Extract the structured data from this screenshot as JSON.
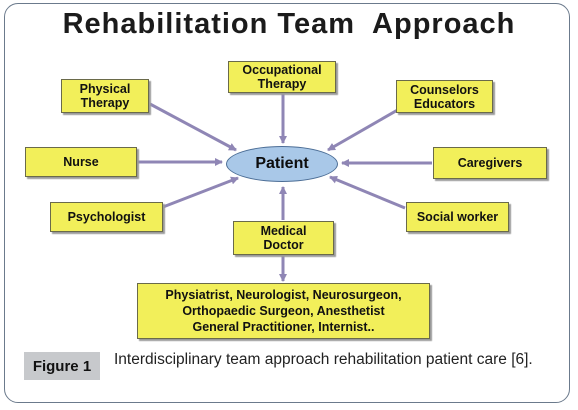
{
  "title": "Rehabilitation Team  Approach",
  "center": "Patient",
  "nodes": {
    "physical_therapy": [
      "Physical",
      "Therapy"
    ],
    "occupational_therapy": [
      "Occupational",
      "Therapy"
    ],
    "counselors_educators": [
      "Counselors",
      "Educators"
    ],
    "nurse": "Nurse",
    "caregivers": "Caregivers",
    "psychologist": "Psychologist",
    "social_worker": "Social worker",
    "medical_doctor": [
      "Medical",
      "Doctor"
    ],
    "specialists": [
      "Physiatrist, Neurologist, Neurosurgeon,",
      "Orthopaedic Surgeon, Anesthetist",
      "General Practitioner, Internist.."
    ]
  },
  "caption": {
    "label": "Figure 1",
    "text": "Interdisciplinary team approach rehabilitation patient care [6]."
  },
  "colors": {
    "box_fill": "#f2ef5a",
    "patient_fill": "#a9c8e8",
    "arrow": "#8f86b5"
  }
}
